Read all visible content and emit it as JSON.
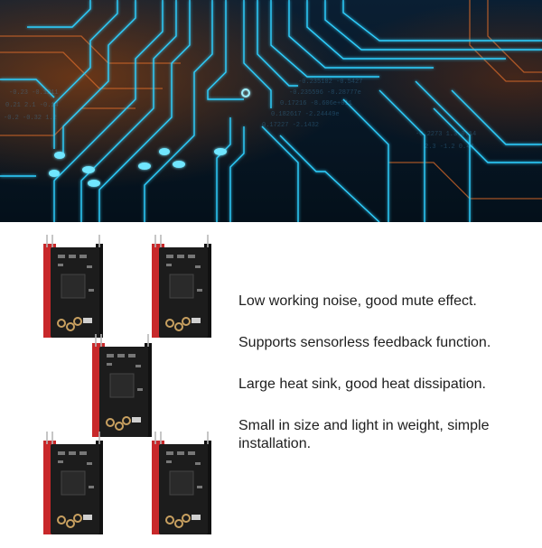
{
  "banner": {
    "image": "circuit-board-banner"
  },
  "product": {
    "image": "stepper-driver-module",
    "count_shown": 5
  },
  "features": [
    "Low working noise, good mute effect.",
    "Supports sensorless feedback function.",
    "Large heat sink, good heat dissipation.",
    "Small in size and light in weight, simple installation."
  ],
  "colors": {
    "banner_bg": "#06121c",
    "trace_cyan": "#2fd0ff",
    "trace_orange": "#d86a2a",
    "pcb_black": "#1c1c1c",
    "header_red": "#c8282a"
  }
}
